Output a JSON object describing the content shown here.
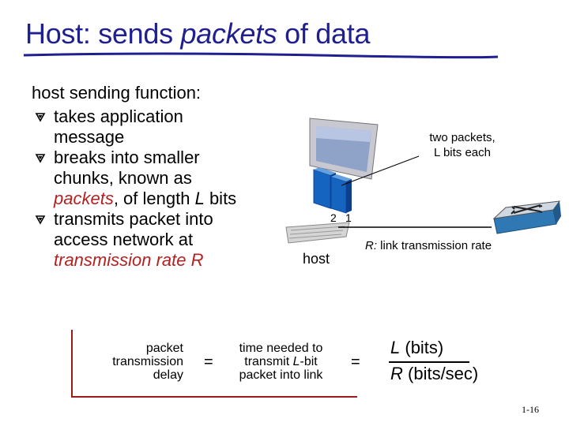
{
  "slide": {
    "title_part1": "Host: sends ",
    "title_italic": "packets",
    "title_part2": " of data",
    "intro": "host sending function:",
    "bullets": [
      {
        "lines": [
          "takes application",
          "message"
        ]
      },
      {
        "line1": "breaks into smaller",
        "line2": "chunks, known as",
        "line3_italic": "packets",
        "line3_rest": ", of length ",
        "line3_L": "L",
        "line3_end": " bits"
      },
      {
        "line1": "transmits packet into",
        "line2": "access network at",
        "line3_italic": "transmission rate R"
      }
    ],
    "diagram": {
      "host_label": "host",
      "packets_label_line1": "two packets,",
      "packets_label_line2": "L bits each",
      "packet_num_2": "2",
      "packet_num_1": "1",
      "rate_label_italic": "R:",
      "rate_label_rest": " link transmission rate"
    },
    "formula": {
      "delay_label": [
        "packet",
        "transmission",
        "delay"
      ],
      "equals": "=",
      "time_label_line1": "time needed to",
      "time_label_line2_pre": "transmit ",
      "time_label_line2_italic": "L",
      "time_label_line2_post": "-bit",
      "time_label_line3": "packet into link",
      "fraction_num_italic": "L",
      "fraction_num_rest": " (bits)",
      "fraction_den_italic": "R",
      "fraction_den_rest": " (bits/sec)"
    },
    "slide_number": "1-16"
  },
  "colors": {
    "title": "#1f1f8f",
    "highlight_red": "#b52020",
    "box_border": "#9b1b1b",
    "packet_blue": "#1565c0"
  },
  "icons": [
    "bullet-arrow-icon",
    "monitor-icon",
    "keyboard-icon",
    "router-icon",
    "packet-icon"
  ]
}
